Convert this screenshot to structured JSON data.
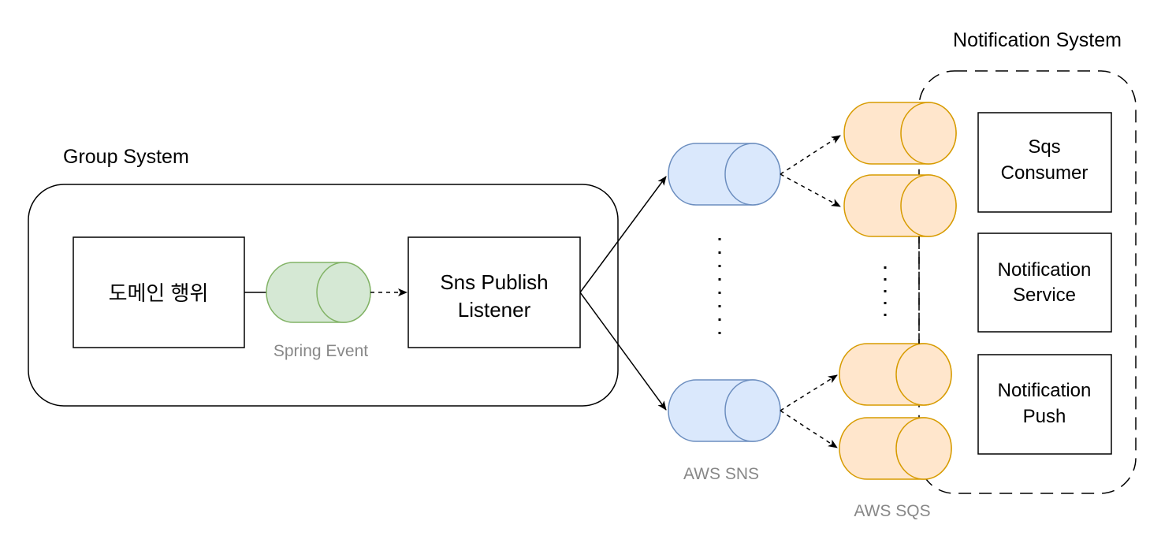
{
  "group_system": {
    "title": "Group System",
    "domain_action_label": "도메인 행위",
    "spring_event_label": "Spring Event",
    "listener_label_line1": "Sns Publish",
    "listener_label_line2": "Listener"
  },
  "aws": {
    "sns_label": "AWS SNS",
    "sqs_label": "AWS SQS"
  },
  "notification_system": {
    "title": "Notification System",
    "boxes": [
      {
        "line1": "Sqs",
        "line2": "Consumer"
      },
      {
        "line1": "Notification",
        "line2": "Service"
      },
      {
        "line1": "Notification",
        "line2": "Push"
      }
    ]
  },
  "colors": {
    "spring_event_fill": "#d5e8d4",
    "spring_event_stroke": "#82b366",
    "sns_fill": "#dae8fc",
    "sns_stroke": "#6c8ebf",
    "sqs_fill": "#ffe6cc",
    "sqs_stroke": "#d79b00",
    "caption_gray": "#888888"
  }
}
